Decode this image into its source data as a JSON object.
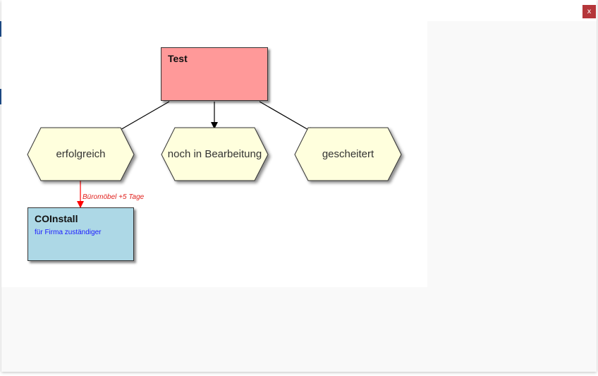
{
  "window": {
    "close_label": "x"
  },
  "diagram": {
    "root": {
      "title": "Test",
      "color": "#ff9999"
    },
    "branches": [
      {
        "label": "erfolgreich"
      },
      {
        "label": "noch in Bearbeitung"
      },
      {
        "label": "gescheitert"
      }
    ],
    "child": {
      "title": "COInstall",
      "subtitle": "für Firma zuständiger",
      "color": "#add8e6"
    },
    "edge_label": "Büromöbel  +5 Tage",
    "colors": {
      "hexagon_fill": "#ffffdd",
      "edge_highlight": "#ff0000",
      "subtitle_text": "#1a1aff"
    }
  }
}
